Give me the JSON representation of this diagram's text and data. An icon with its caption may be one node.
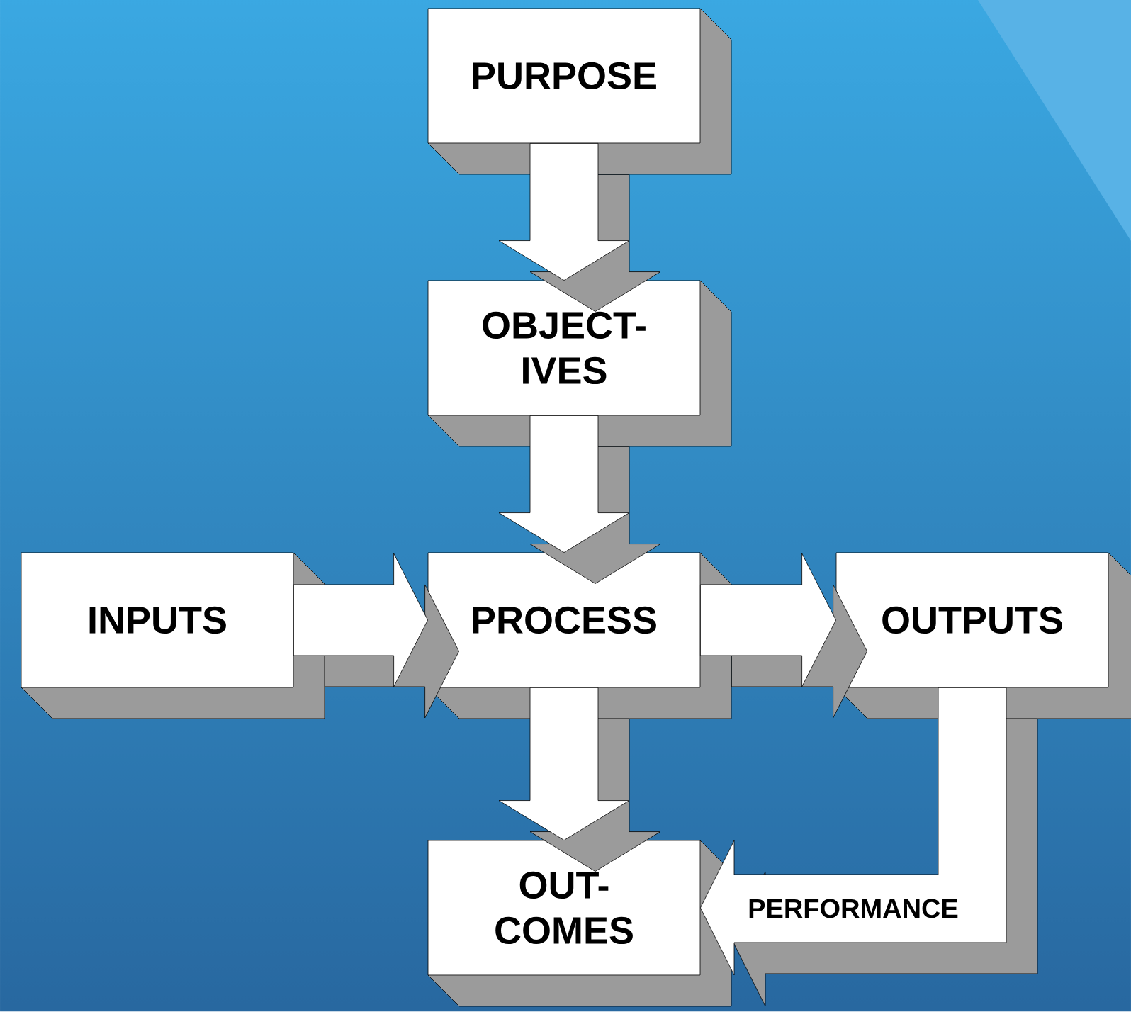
{
  "diagram": {
    "nodes": [
      {
        "text": [
          "PURPOSE"
        ]
      },
      {
        "text": [
          "OBJECT- IVES"
        ]
      },
      {
        "text": [
          "INPUTS"
        ]
      },
      {
        "text": [
          "PROCESS"
        ]
      },
      {
        "text": [
          "OUTPUTS"
        ]
      },
      {
        "text": [
          "OUT- COMES"
        ]
      }
    ],
    "edges": [
      {
        "from": 0,
        "to": 1,
        "arrow": "to"
      },
      {
        "from": 1,
        "to": 3,
        "arrow": "to"
      },
      {
        "from": 2,
        "to": 3,
        "arrow": "to"
      },
      {
        "from": 3,
        "to": 4,
        "arrow": "to"
      },
      {
        "from": 3,
        "to": 5,
        "arrow": "to"
      },
      {
        "from": 4,
        "to": 5,
        "arrow": "to",
        "label": "PERFORMANCE"
      }
    ]
  }
}
